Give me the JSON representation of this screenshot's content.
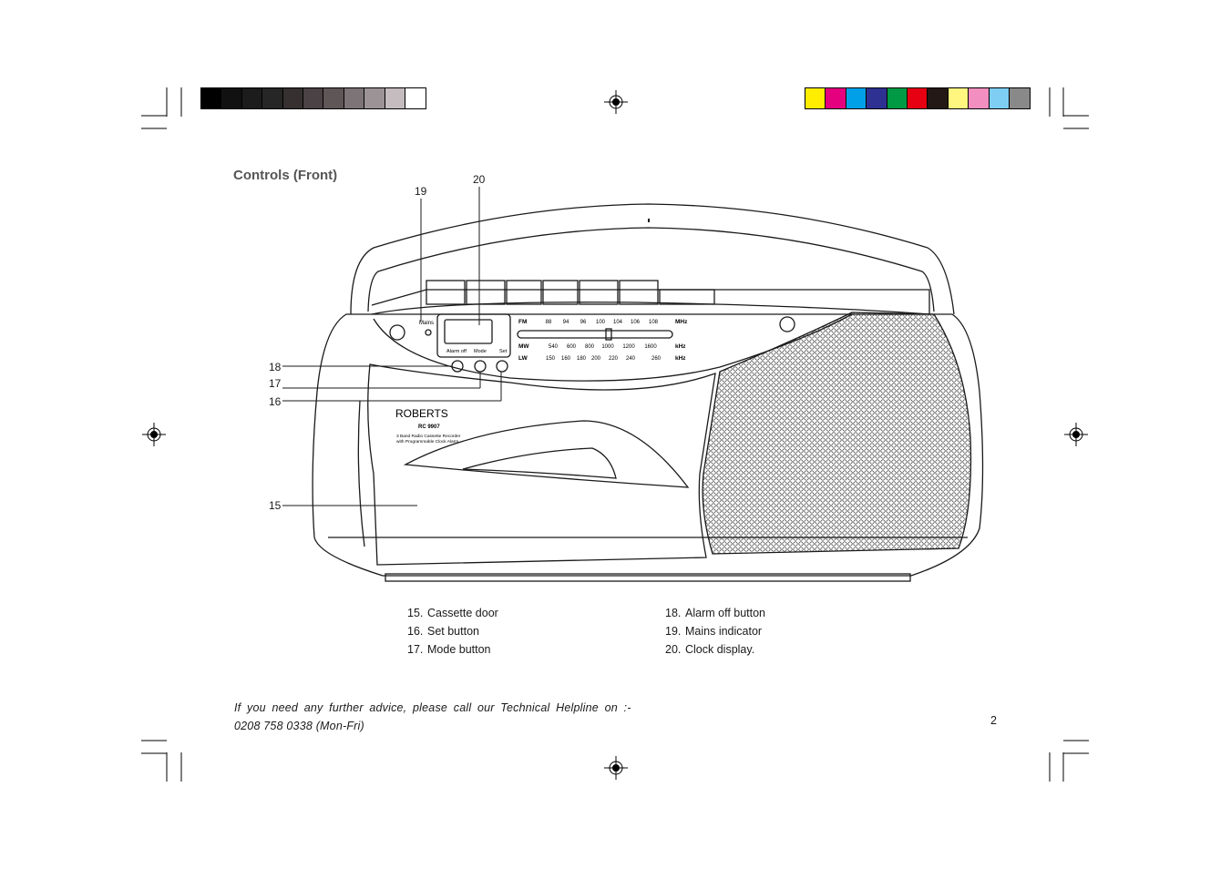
{
  "document": {
    "heading": "Controls  (Front)",
    "page_number": "2",
    "helpline": {
      "line1": "If you need any further advice, please call our Technical Helpline on :-",
      "line2": "0208  758  0338  (Mon-Fri)"
    }
  },
  "callouts": {
    "c15": "15",
    "c16": "16",
    "c17": "17",
    "c18": "18",
    "c19": "19",
    "c20": "20"
  },
  "legend": {
    "left": [
      {
        "num": "15.",
        "text": "Cassette door"
      },
      {
        "num": "16.",
        "text": "Set button"
      },
      {
        "num": "17.",
        "text": "Mode button"
      }
    ],
    "right": [
      {
        "num": "18.",
        "text": "Alarm off button"
      },
      {
        "num": "19.",
        "text": "Mains indicator"
      },
      {
        "num": "20.",
        "text": "Clock display."
      }
    ]
  },
  "radio": {
    "brand": "ROBERTS",
    "model": "RC 9907",
    "desc1": "3 Band Radio Cassette Recorder",
    "desc2": "with Programmable Clock Alarm",
    "mains_label": "Mains",
    "alarm_off_label": "Alarm off",
    "mode_label": "Mode",
    "set_label": "Set",
    "bands": {
      "fm": {
        "name": "FM",
        "unit": "MHz",
        "ticks": [
          "88",
          "94",
          "96",
          "100",
          "104",
          "106",
          "108"
        ]
      },
      "mw": {
        "name": "MW",
        "unit": "kHz",
        "ticks": [
          "540",
          "600",
          "800",
          "1000",
          "1200",
          "1600"
        ]
      },
      "lw": {
        "name": "LW",
        "unit": "kHz",
        "ticks": [
          "150",
          "160",
          "180",
          "200",
          "220",
          "240",
          "260"
        ]
      }
    }
  },
  "print_marks": {
    "grayscale_bar": [
      "#000000",
      "#111111",
      "#1c1c1c",
      "#262626",
      "#363030",
      "#4a4244",
      "#5f5658",
      "#7c7476",
      "#9b9395",
      "#c4bcbe",
      "#ffffff"
    ],
    "color_bar": [
      "#ffee00",
      "#e4007f",
      "#00a0e9",
      "#2e3192",
      "#009944",
      "#e60012",
      "#231815",
      "#fff67f",
      "#f28ec0",
      "#7ecef4",
      "#898989"
    ]
  }
}
